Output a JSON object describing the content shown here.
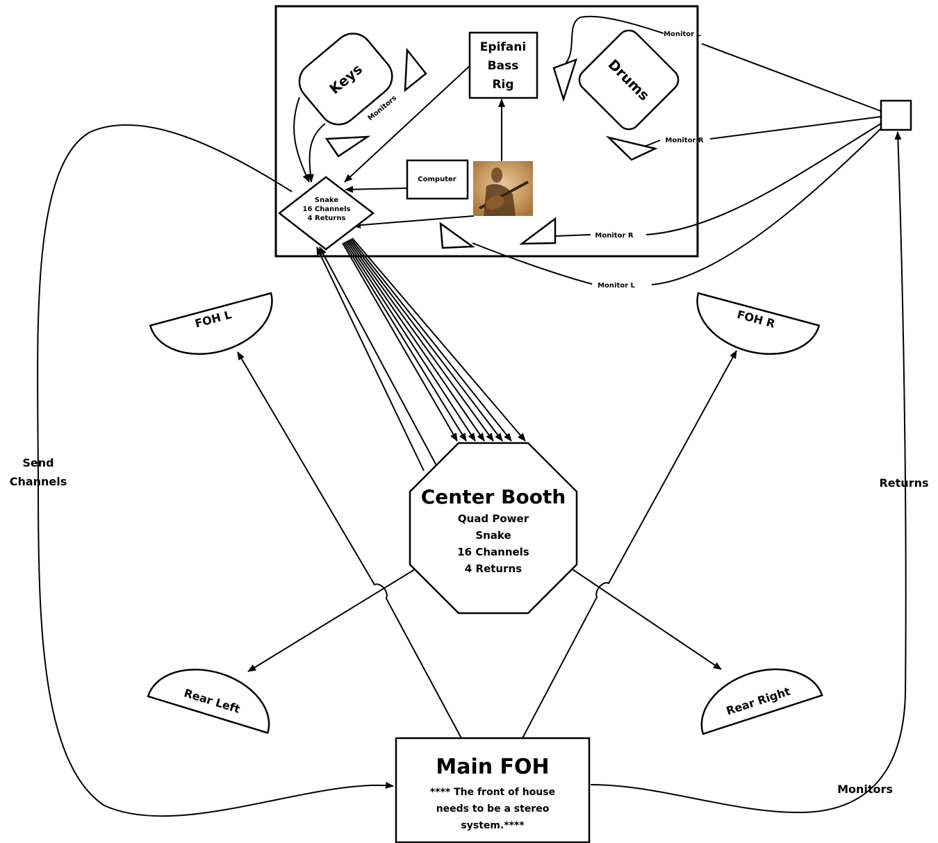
{
  "stage": {
    "keys": "Keys",
    "monitors_label": "Monitors",
    "bass_rig": [
      "Epifani",
      "Bass",
      "Rig"
    ],
    "drums": "Drums",
    "computer": "Computer",
    "snake": [
      "Snake",
      "16 Channels",
      "4  Returns"
    ],
    "monitor_l_top": "Monitor L",
    "monitor_r_top": "Monitor R",
    "monitor_r_bottom": "Monitor R",
    "monitor_l_bottom": "Monitor L"
  },
  "speakers": {
    "foh_l": "FOH L",
    "foh_r": "FOH R",
    "rear_left": "Rear Left",
    "rear_right": "Rear Right"
  },
  "center_booth": {
    "title": "Center Booth",
    "lines": [
      "Quad Power",
      "Snake",
      "16 Channels",
      "4 Returns"
    ]
  },
  "main_foh": {
    "title": "Main FOH",
    "lines": [
      "**** The front of house",
      "needs to be a stereo",
      "system.****"
    ]
  },
  "side_labels": {
    "send": [
      "Send",
      "Channels"
    ],
    "returns": "Returns",
    "monitors": "Monitors"
  },
  "colors": {
    "stroke": "#000000",
    "fill": "#ffffff",
    "photo_tone": "#b8864a"
  },
  "image": {
    "description_icon": "bass-player-photo"
  }
}
